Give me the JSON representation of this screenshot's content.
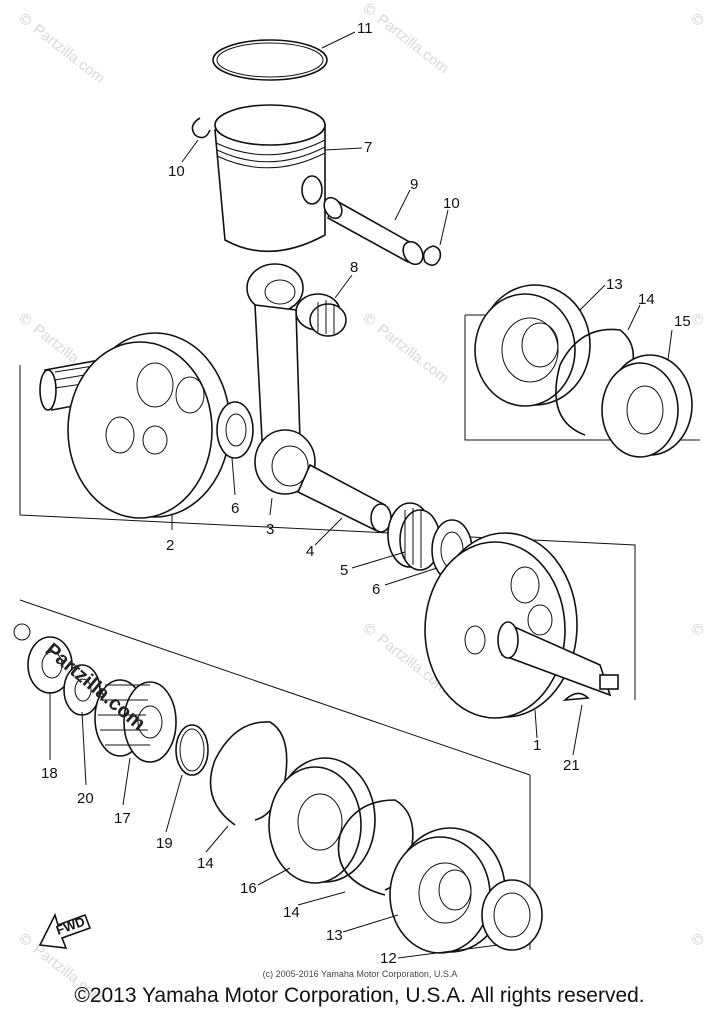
{
  "diagram": {
    "callouts": [
      "1",
      "2",
      "3",
      "4",
      "5",
      "6",
      "6",
      "7",
      "8",
      "9",
      "10",
      "10",
      "11",
      "12",
      "13",
      "13",
      "14",
      "14",
      "14",
      "15",
      "16",
      "17",
      "18",
      "19",
      "20",
      "21"
    ],
    "fwd_label": "FWD",
    "small_copyright": "(c) 2005-2016 Yamaha Motor Corporation, U.S.A",
    "watermark": {
      "symbol": "©",
      "text": "Partzilla.com"
    },
    "stamp_text": "Partzilla.com"
  },
  "footer": {
    "copyright": "©2013 Yamaha Motor Corporation, U.S.A. All rights reserved."
  }
}
